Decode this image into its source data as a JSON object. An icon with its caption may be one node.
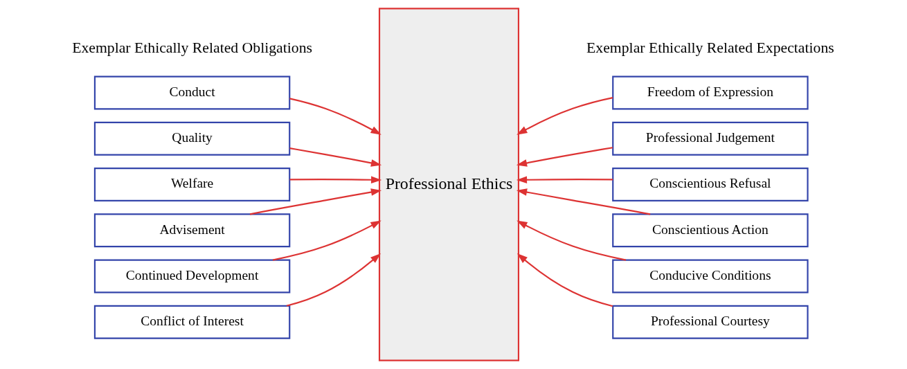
{
  "diagram": {
    "nodes": [
      {
        "text": [
          "Conduct"
        ]
      },
      {
        "text": [
          "Quality"
        ]
      },
      {
        "text": [
          "Welfare"
        ]
      },
      {
        "text": [
          "Advisement"
        ]
      },
      {
        "text": [
          "Continued Development"
        ]
      },
      {
        "text": [
          "Conflict of Interest"
        ]
      },
      {
        "text": [
          "Professional Ethics"
        ]
      },
      {
        "text": [
          "Freedom of Expression"
        ]
      },
      {
        "text": [
          "Professional Judgement"
        ]
      },
      {
        "text": [
          "Conscientious Refusal"
        ]
      },
      {
        "text": [
          "Conscientious Action"
        ]
      },
      {
        "text": [
          "Conducive Conditions"
        ]
      },
      {
        "text": [
          "Professional Courtesy"
        ]
      }
    ],
    "edges": [
      {
        "from": 0,
        "to": 6,
        "arrow": "to"
      },
      {
        "from": 1,
        "to": 6,
        "arrow": "to"
      },
      {
        "from": 2,
        "to": 6,
        "arrow": "to"
      },
      {
        "from": 3,
        "to": 6,
        "arrow": "to"
      },
      {
        "from": 4,
        "to": 6,
        "arrow": "to"
      },
      {
        "from": 5,
        "to": 6,
        "arrow": "to"
      },
      {
        "from": 7,
        "to": 6,
        "arrow": "to"
      },
      {
        "from": 8,
        "to": 6,
        "arrow": "to"
      },
      {
        "from": 9,
        "to": 6,
        "arrow": "to"
      },
      {
        "from": 10,
        "to": 6,
        "arrow": "to"
      },
      {
        "from": 11,
        "to": 6,
        "arrow": "to"
      },
      {
        "from": 12,
        "to": 6,
        "arrow": "to"
      }
    ],
    "labels": [
      "Exemplar Ethically Related Obligations",
      "Exemplar Ethically Related Expectations"
    ]
  }
}
